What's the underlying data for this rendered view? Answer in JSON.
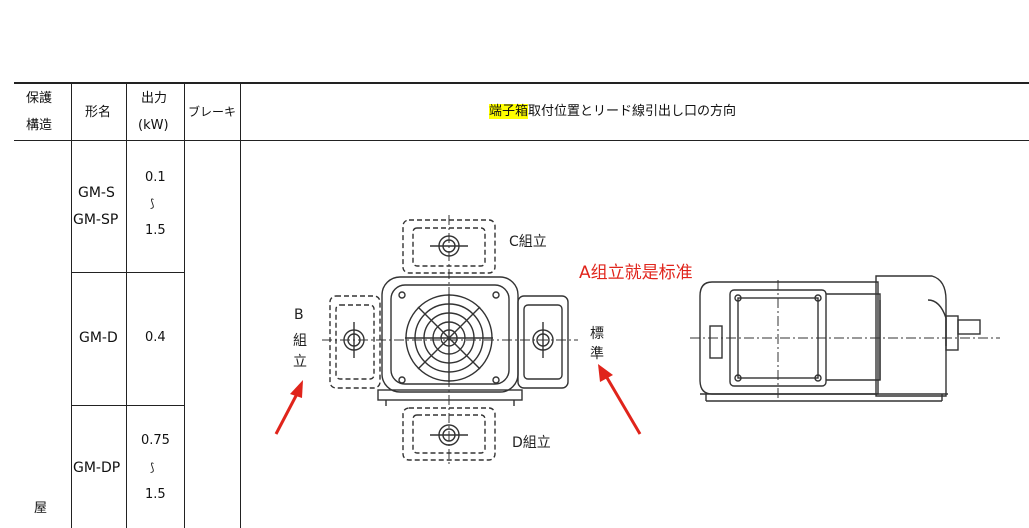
{
  "table": {
    "headers": {
      "protection_line1": "保護",
      "protection_line2": "構造",
      "model": "形名",
      "output_line1": "出力",
      "output_line2": "(kW)",
      "brake": "ブレーキ",
      "direction_highlight": "端子箱",
      "direction_rest": "取付位置とリード線引出し口の方向"
    },
    "rows": [
      {
        "model_line1": "GM-S",
        "model_line2": "GM-SP",
        "output_top": "0.1",
        "output_mid": "⟆",
        "output_bottom": "1.5"
      },
      {
        "model_line1": "GM-D",
        "output_top": "0.4"
      },
      {
        "model_line1": "GM-DP",
        "output_top": "0.75",
        "output_mid": "⟆",
        "output_bottom": "1.5"
      }
    ],
    "protection_value": "屋"
  },
  "diagram": {
    "label_c": "C組立",
    "label_d": "D組立",
    "label_b_1": "B",
    "label_b_2": "組",
    "label_b_3": "立",
    "label_std_1": "標",
    "label_std_2": "準",
    "annotation": "A组立就是标准",
    "annotation_color": "#e0241b",
    "arrow_color": "#e0241b"
  }
}
